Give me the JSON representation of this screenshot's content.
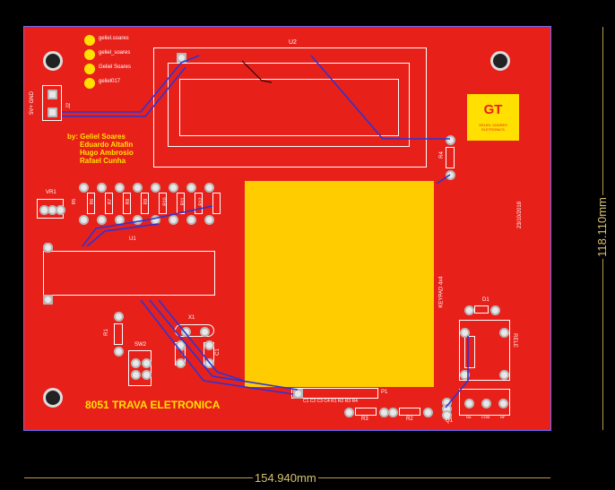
{
  "board": {
    "title": "8051 TRAVA ELETRONICA",
    "credits": [
      "by: Geliel Soares",
      "Eduardo Altafin",
      "Hugo Ambrosio",
      "Rafael Cunha"
    ],
    "date": "23/10/2018",
    "keypad": "KEYPAD 4x4",
    "social": [
      "geliel.soares",
      "geliel_soares",
      "Geliel Soares",
      "geliel017"
    ],
    "logo_text": "GELIEL SOARES\nELETRONICS",
    "colors": {
      "board": "#e8201a",
      "copper_top": "#ffcc00",
      "trace": "#2a35d8",
      "silk": "#ffffff"
    }
  },
  "labels": {
    "u1": "U1",
    "u2": "U2",
    "j2": "J2",
    "vr1": "VR1",
    "x1": "X1",
    "sw2": "SW2",
    "p1": "P1",
    "q1": "Q1",
    "d1": "D1",
    "rele": "RELE",
    "r1": "R1",
    "r2": "R2",
    "r3": "R3",
    "r4": "R4",
    "r5": "R5",
    "r6": "R6",
    "r7": "R7",
    "r8": "R8",
    "r9": "R9",
    "r10": "R10",
    "r11": "R11",
    "r12": "R12",
    "c1": "C1",
    "c2": "C2",
    "p1_row": "C1 C2 C3 C4 R1 R2 R3 R4",
    "j1_pins": [
      "NA",
      "COM",
      "NF"
    ],
    "j2_text": "5V+  GND"
  },
  "dimensions": {
    "width": "154.940mm",
    "height": "118.110mm"
  }
}
